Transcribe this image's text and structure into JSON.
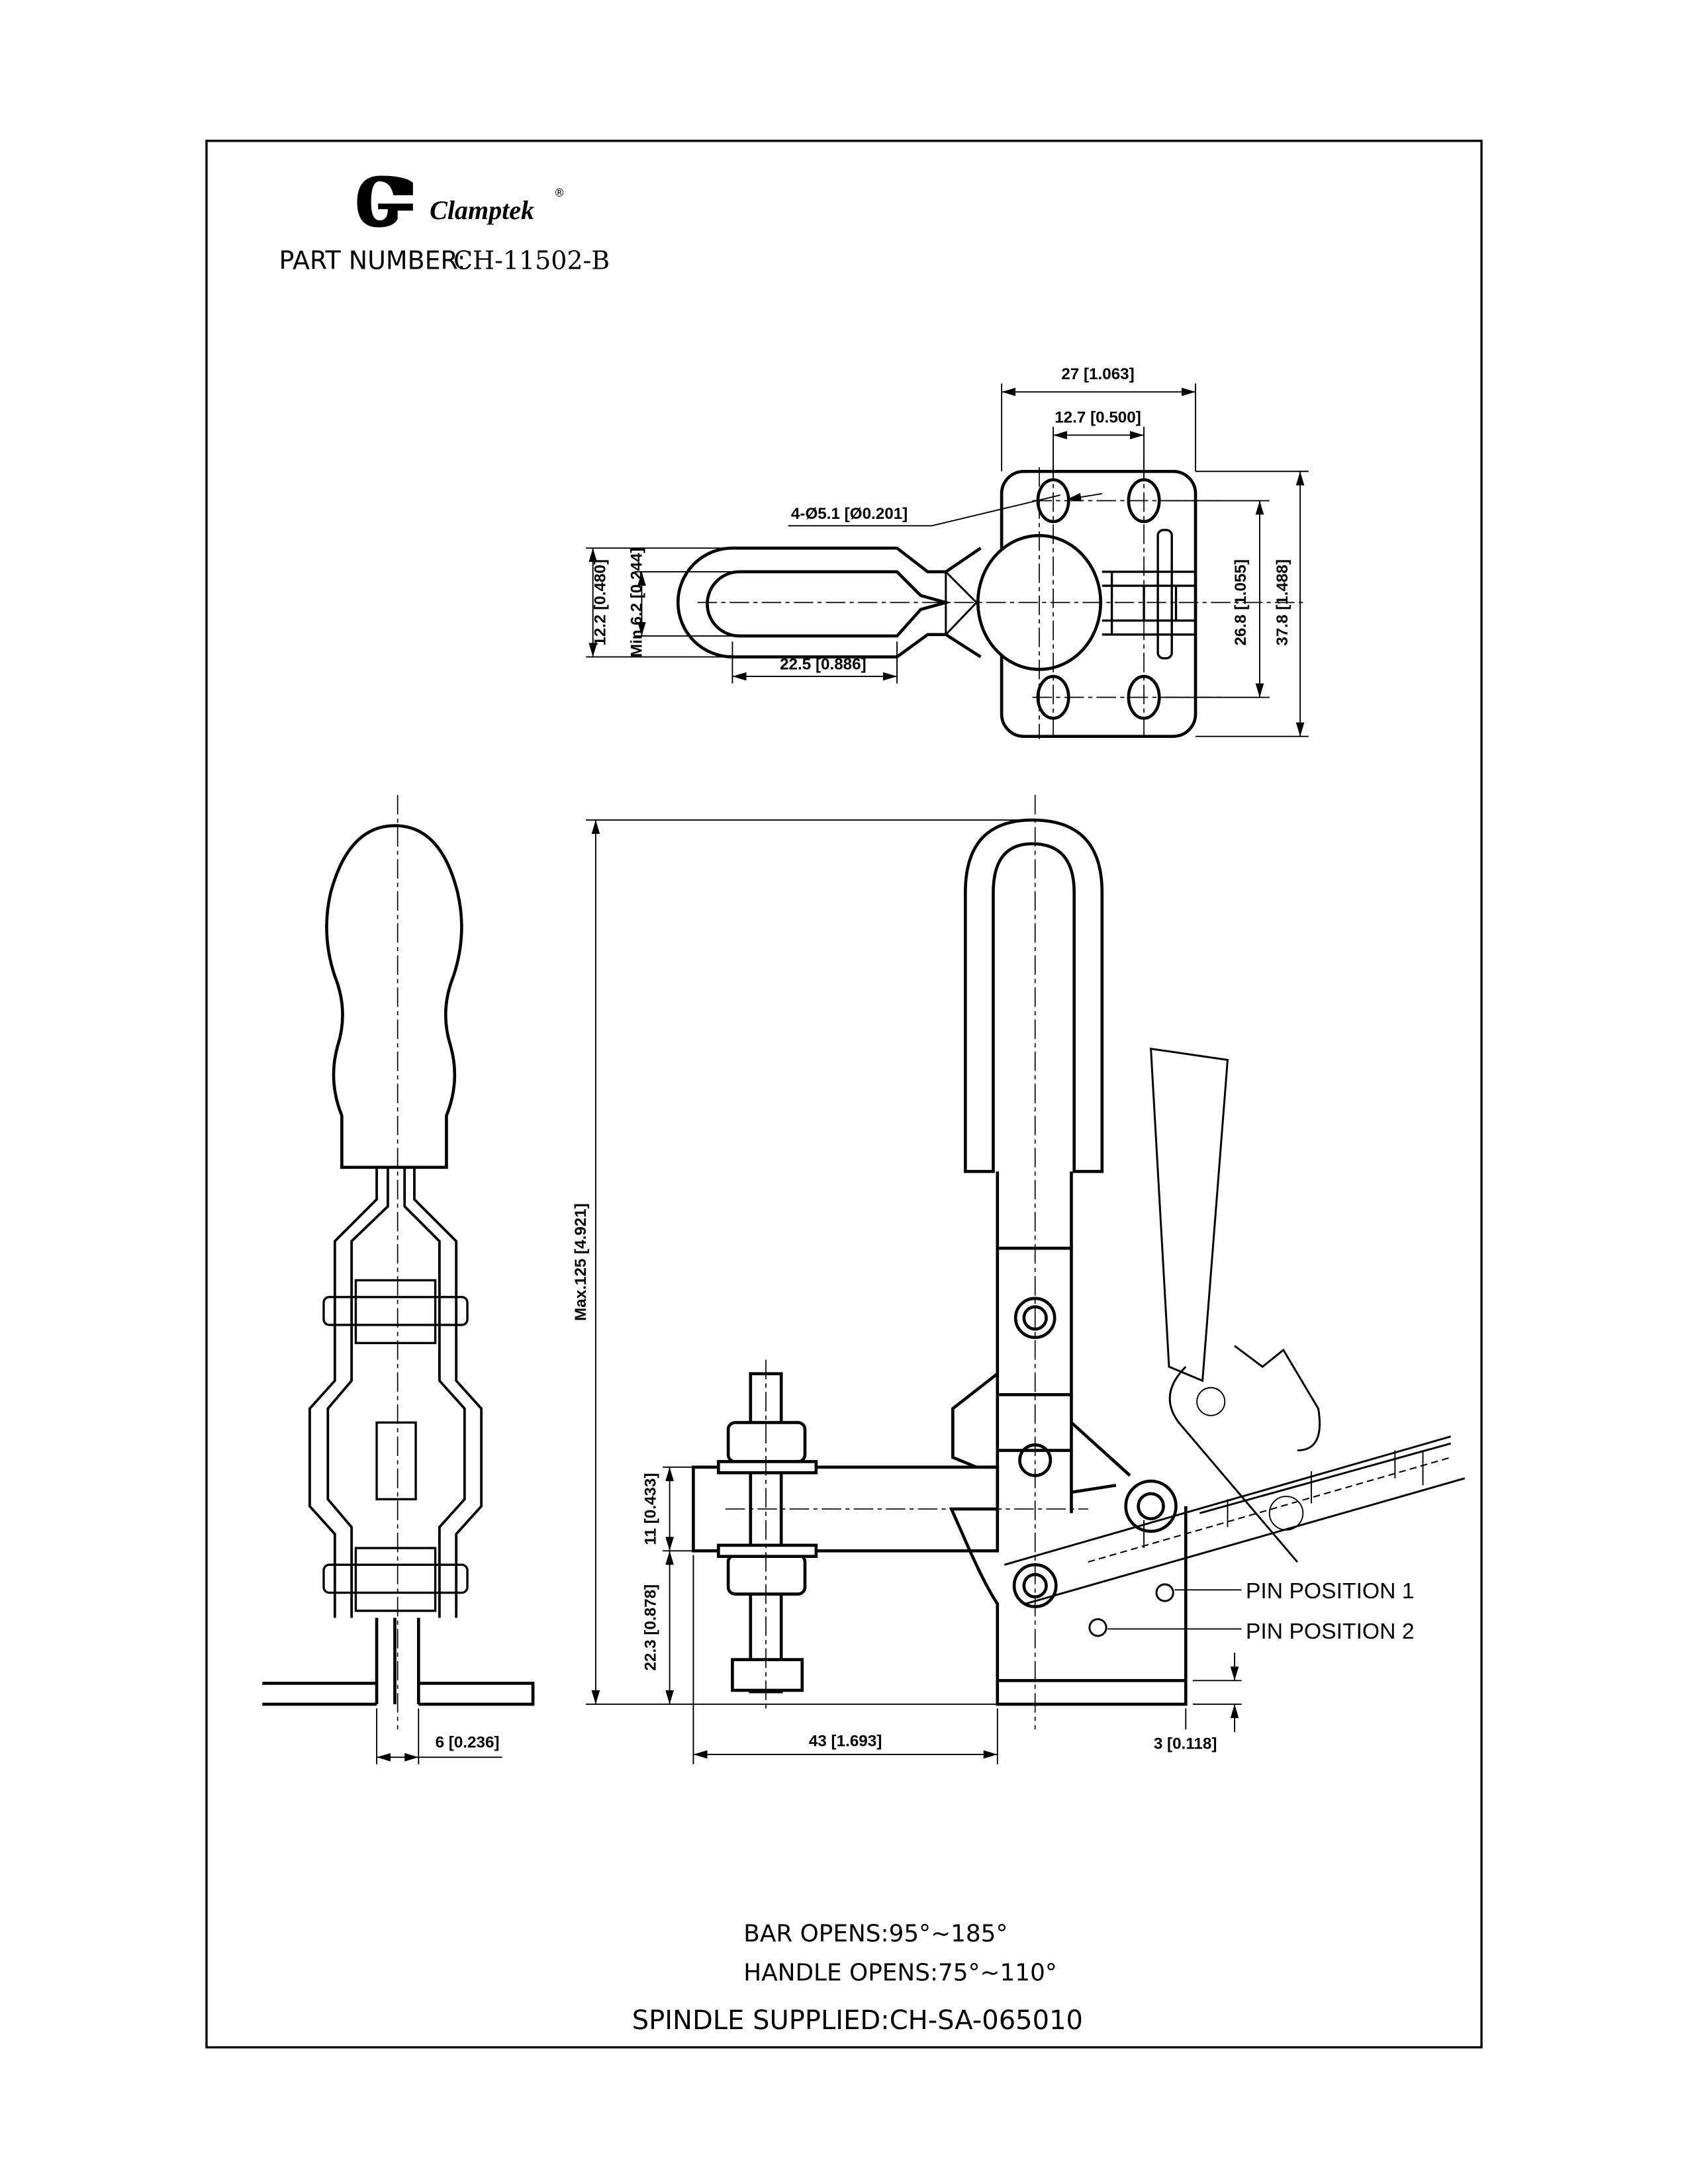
{
  "logo": {
    "brand": "Clamptek",
    "mark": "®"
  },
  "part_number": {
    "label": "PART NUMBER:",
    "value": "CH-11502-B"
  },
  "top_view": {
    "width_overall": "27 [1.063]",
    "hole_spacing_x": "12.7 [0.500]",
    "holes": "4-Ø5.1 [Ø0.201]",
    "slot_width": "12.2 [0.480]",
    "slot_min": "Min.6.2 [0.244]",
    "slot_length": "22.5 [0.886]",
    "hole_spacing_y": "26.8 [1.055]",
    "base_length": "37.8 [1.488]"
  },
  "side_view": {
    "plate_gap": "6 [0.236]"
  },
  "front_view": {
    "max_height": "Max.125 [4.921]",
    "arm_thickness": "11 [0.433]",
    "arm_height": "22.3 [0.878]",
    "reach": "43 [1.693]",
    "base_thickness": "3 [0.118]",
    "pin_position_1": "PIN POSITION 1",
    "pin_position_2": "PIN POSITION 2"
  },
  "notes": {
    "bar_opens": "BAR OPENS:95°~185°",
    "handle_opens": "HANDLE OPENS:75°~110°",
    "spindle": "SPINDLE SUPPLIED:CH-SA-065010"
  }
}
